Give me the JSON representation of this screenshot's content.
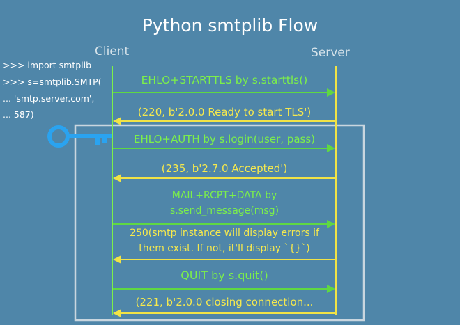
{
  "title": "Python smtplib Flow",
  "columns": {
    "client": "Client",
    "server": "Server"
  },
  "code_lines": [
    ">>> import smtplib",
    ">>> s=smtplib.SMTP(",
    "...  'smtp.server.com',",
    "...  587)"
  ],
  "messages": [
    {
      "text": "EHLO+STARTTLS by s.starttls()",
      "direction": "to-server",
      "color": "#5fd843"
    },
    {
      "text": "(220, b'2.0.0 Ready to start TLS')",
      "direction": "to-client",
      "color": "#f1e346"
    },
    {
      "text": "EHLO+AUTH by s.login(user, pass)",
      "direction": "to-server",
      "color": "#5fd843"
    },
    {
      "text": "(235, b'2.7.0 Accepted')",
      "direction": "to-client",
      "color": "#f1e346"
    },
    {
      "text": [
        "MAIL+RCPT+DATA by",
        "s.send_message(msg)"
      ],
      "direction": "to-server",
      "color": "#5fd843"
    },
    {
      "text": [
        "250(smtp instance will display errors if",
        "them exist. If not, it'll display `{}`)"
      ],
      "direction": "to-client",
      "color": "#f1e346"
    },
    {
      "text": "QUIT by s.quit()",
      "direction": "to-server",
      "color": "#5fd843"
    },
    {
      "text": "(221, b'2.0.0 closing connection...",
      "direction": "to-client",
      "color": "#f1e346"
    }
  ],
  "colors": {
    "background": "#4f86a9",
    "client_to_server": "#5fd843",
    "server_to_client": "#f1e346",
    "tls_box": "#c9d6df",
    "key": "#2aa3f0"
  },
  "icons": {
    "tls_key": "key-icon"
  }
}
